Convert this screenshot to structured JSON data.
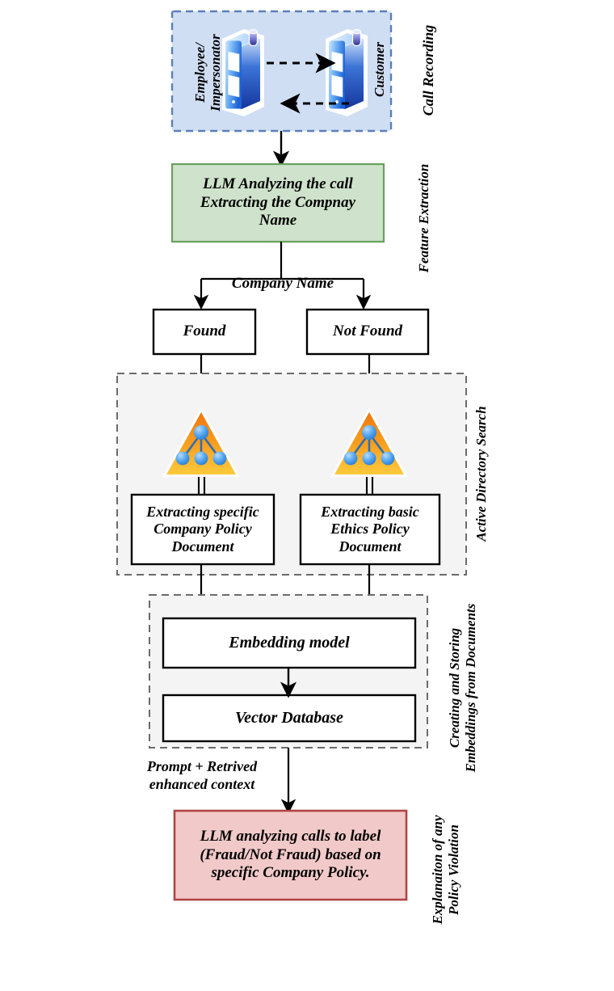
{
  "diagram": {
    "title": "Call fraud detection RAG pipeline",
    "colors": {
      "call_box_fill": "#cfdef3",
      "call_box_border": "#5b7fb8",
      "llm_box_fill": "#cfe2cb",
      "llm_box_border": "#6aa060",
      "result_box_fill": "#f2c9c9",
      "result_box_border": "#b04545",
      "group_fill": "#f4f4f4",
      "group_border": "#6b6b6b",
      "node_border": "#000000",
      "ad_triangle_top": "#f07a12",
      "ad_triangle_bottom": "#fdc838",
      "ad_node": "#4a9df0",
      "phone_blue": "#1f6fe0",
      "phone_light": "#bcdcfb"
    }
  },
  "stages": {
    "call_recording": {
      "label": "Call Recording",
      "left_party": "Employee/\nImpersonator",
      "right_party": "Customer",
      "left_phone_icon": "mobile-phone-icon",
      "right_phone_icon": "mobile-phone-icon",
      "outbound_arrow": "dashed-arrow-right",
      "inbound_arrow": "dashed-arrow-left"
    },
    "feature_extraction": {
      "label": "Feature Extraction",
      "llm_box": "LLM Analyzing the call\nExtracting the Compnay\nName",
      "branch_label": "Company Name",
      "branch_found": "Found",
      "branch_not_found": "Not Found"
    },
    "active_directory_search": {
      "label": "Active Directory Search",
      "left_icon": "active-directory-icon",
      "right_icon": "active-directory-icon",
      "left_doc": "Extracting specific\nCompany Policy\nDocument",
      "right_doc": "Extracting basic\nEthics Policy\nDocument"
    },
    "embeddings": {
      "label": "Creating and Storing\nEmbeddings from Documents",
      "embedding_model": "Embedding model",
      "vector_database": "Vector Database"
    },
    "explanation": {
      "label": "Explanaiton of any\nPolicy Violation",
      "prompt_note": "Prompt + Retrived\nenhanced context",
      "result_box": "LLM analyzing calls to label\n(Fraud/Not Fraud) based on\nspecific Company Policy."
    }
  }
}
